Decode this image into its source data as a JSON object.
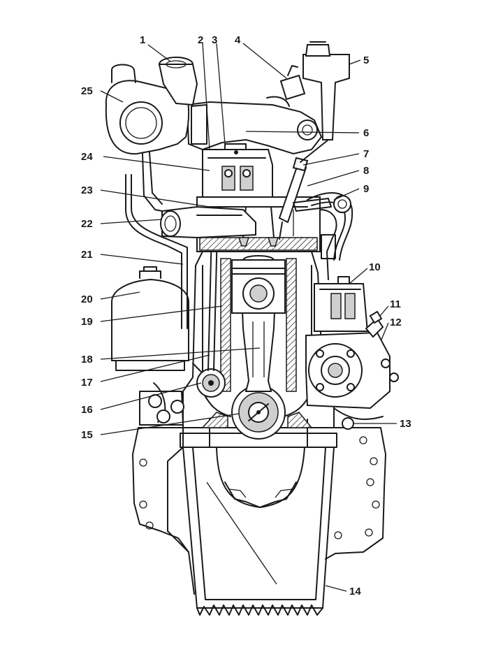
{
  "callouts": [
    {
      "id": "1",
      "label": "1"
    },
    {
      "id": "2",
      "label": "2"
    },
    {
      "id": "3",
      "label": "3"
    },
    {
      "id": "4",
      "label": "4"
    },
    {
      "id": "5",
      "label": "5"
    },
    {
      "id": "6",
      "label": "6"
    },
    {
      "id": "7",
      "label": "7"
    },
    {
      "id": "8",
      "label": "8"
    },
    {
      "id": "9",
      "label": "9"
    },
    {
      "id": "10",
      "label": "10"
    },
    {
      "id": "11",
      "label": "11"
    },
    {
      "id": "12",
      "label": "12"
    },
    {
      "id": "13",
      "label": "13"
    },
    {
      "id": "14",
      "label": "14"
    },
    {
      "id": "15",
      "label": "15"
    },
    {
      "id": "16",
      "label": "16"
    },
    {
      "id": "17",
      "label": "17"
    },
    {
      "id": "18",
      "label": "18"
    },
    {
      "id": "19",
      "label": "19"
    },
    {
      "id": "20",
      "label": "20"
    },
    {
      "id": "21",
      "label": "21"
    },
    {
      "id": "22",
      "label": "22"
    },
    {
      "id": "23",
      "label": "23"
    },
    {
      "id": "24",
      "label": "24"
    },
    {
      "id": "25",
      "label": "25"
    }
  ],
  "colors": {
    "ink": "#1a1a1a",
    "paper": "#ffffff"
  }
}
